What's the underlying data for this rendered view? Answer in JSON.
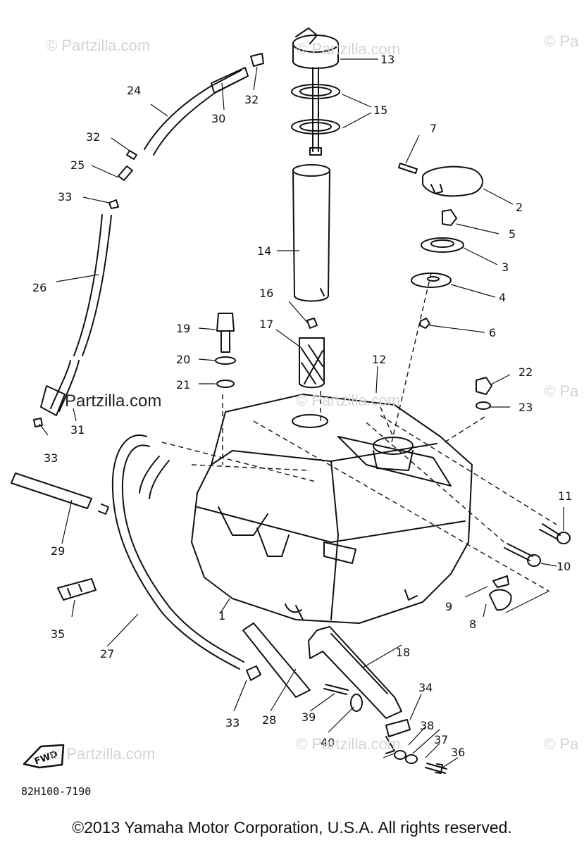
{
  "diagram": {
    "watermark_text": "© Partzilla.com",
    "watermark_partial": "© Pa",
    "watermark_dark": "Partzilla.com",
    "part_code": "82H100-7190",
    "fwd_label": "FWD",
    "callouts": [
      "1",
      "2",
      "3",
      "4",
      "5",
      "6",
      "7",
      "8",
      "9",
      "10",
      "11",
      "12",
      "13",
      "14",
      "15",
      "16",
      "17",
      "18",
      "19",
      "20",
      "21",
      "22",
      "23",
      "24",
      "25",
      "26",
      "27",
      "28",
      "29",
      "30",
      "31",
      "32",
      "33",
      "34",
      "35",
      "36",
      "37",
      "38",
      "39",
      "40"
    ],
    "copyright": "©2013 Yamaha Motor Corporation, U.S.A. All rights reserved."
  }
}
